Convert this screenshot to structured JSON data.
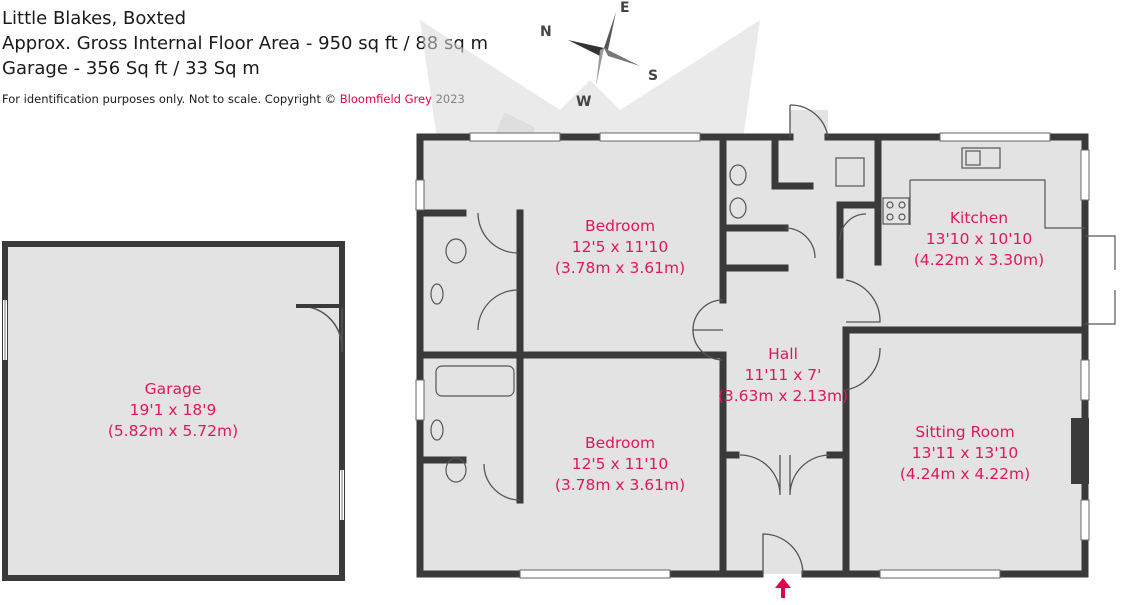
{
  "header": {
    "title": "Little Blakes, Boxted",
    "area_line": "Approx. Gross Internal Floor Area - 950 sq ft / 88 sq m",
    "garage_line": "Garage - 356 Sq ft / 33 Sq m",
    "note_prefix": "For identification purposes only. Not to scale. Copyright ©",
    "note_brand": "Bloomfield Grey",
    "note_year": "2023"
  },
  "compass": {
    "n": "N",
    "e": "E",
    "s": "S",
    "w": "W"
  },
  "rooms": {
    "garage": {
      "name": "Garage",
      "dims_imperial": "19'1 x 18'9",
      "dims_metric": "(5.82m x 5.72m)"
    },
    "bedroom1": {
      "name": "Bedroom",
      "dims_imperial": "12'5 x 11'10",
      "dims_metric": "(3.78m x 3.61m)"
    },
    "bedroom2": {
      "name": "Bedroom",
      "dims_imperial": "12'5 x 11'10",
      "dims_metric": "(3.78m x 3.61m)"
    },
    "kitchen": {
      "name": "Kitchen",
      "dims_imperial": "13'10 x 10'10",
      "dims_metric": "(4.22m x 3.30m)"
    },
    "hall": {
      "name": "Hall",
      "dims_imperial": "11'11 x 7'",
      "dims_metric": "(3.63m x 2.13m)"
    },
    "sitting": {
      "name": "Sitting Room",
      "dims_imperial": "13'11 x 13'10",
      "dims_metric": "(4.24m x 4.22m)"
    }
  },
  "colors": {
    "wall": "#3a3a3a",
    "floor": "#e3e3e3",
    "label": "#e0185a",
    "watermark": "#d6d6d6",
    "entrance_arrow": "#e0004d"
  }
}
